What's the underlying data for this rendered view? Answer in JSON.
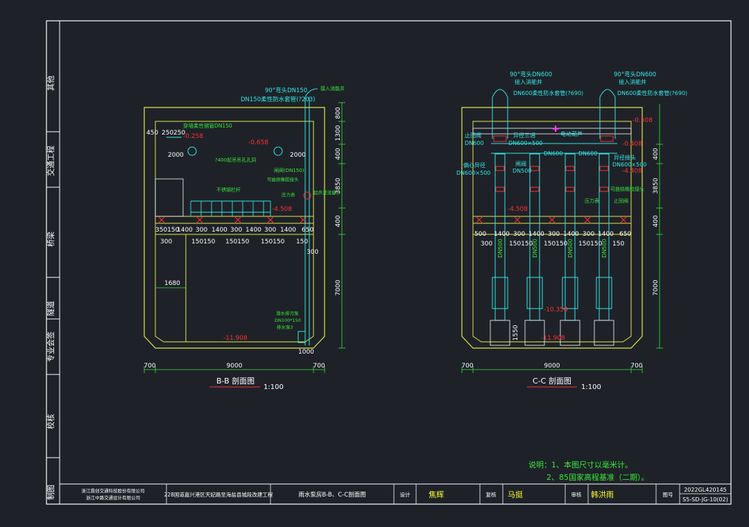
{
  "colors": {
    "background": "#1e2228",
    "frame": "#ffffff",
    "wall": "#e6e64b",
    "cyan": "#34e6e6",
    "red": "#ff3030",
    "green": "#39e639",
    "magenta": "#ff3cff",
    "white": "#ffffff",
    "yellow_text": "#ffff33"
  },
  "side_tabs": [
    "其他",
    "交通工程",
    "桥梁",
    "隧道",
    "专业会签",
    "校核",
    "制图"
  ],
  "bb": {
    "title": "B-B 剖面图",
    "scale": "1:100",
    "right_dims": [
      "800",
      "1300",
      "400",
      "3850",
      "400",
      "7000"
    ],
    "bottom_dims": [
      "700",
      "9000",
      "700"
    ],
    "top_left_dims": [
      "450",
      "250",
      "250"
    ],
    "elevations": [
      "-0.258",
      "-0.658",
      "-4.508",
      "-11.908"
    ],
    "row1": [
      "350150",
      "1400",
      "300",
      "1400",
      "300",
      "1400",
      "300",
      "1400",
      "650"
    ],
    "row2": [
      "300",
      "150150",
      "150150",
      "150150",
      "150"
    ],
    "misc_dims": [
      "2000",
      "2000",
      "1680",
      "1000",
      "300"
    ],
    "labels": {
      "elbow": "90°弯头DN150",
      "pipe": "DN150柔性防水套管(?203)",
      "to_well": "接入消能井",
      "pass_pipe": "穿墙柔性钢管DN150",
      "hoist_hole": "?400起吊吊孔孔洞",
      "valve": "闸阀(DN150)",
      "check_valve": "可曲挠橡胶接头",
      "pressure_gauge": "压力表",
      "flow_meter": "超声波流量计",
      "rail": "不锈钢栏杆",
      "sump_pump": "潜水排污泵",
      "sump_spec": "DN100*150",
      "sump_spec2": "排水泵2"
    }
  },
  "cc": {
    "title": "C-C 剖面图",
    "scale": "1:100",
    "right_dims": [
      "400",
      "3850",
      "400",
      "7000"
    ],
    "bottom_dims": [
      "700",
      "9000",
      "700"
    ],
    "elevations": [
      "-0.508",
      "-0.408",
      "-4.508",
      "-4.408",
      "-10.358",
      "-11.908"
    ],
    "side_dim": "1550",
    "row1": [
      "500",
      "1400",
      "300",
      "1400",
      "300",
      "1400",
      "300",
      "1400",
      "650"
    ],
    "row2": [
      "300",
      "150150",
      "150150",
      "150150",
      "150"
    ],
    "pump_pipe_label": "DN500",
    "labels": {
      "elbow1": "90°弯头DN600",
      "to_well1": "接入消能井",
      "pipe1": "DN600柔性防水套管(?690)",
      "elbow2": "90°弯头DN600",
      "to_well2": "接入消能井",
      "pipe2": "DN600柔性防水套管(?690)",
      "check": "止回阀",
      "check2": "DN600",
      "tee": "异径三通",
      "tee_spec": "DN600×500",
      "hoist": "电动葫芦",
      "dn600a": "DN600",
      "dn600b": "DN600",
      "reducer": "偏心异径",
      "reducer_spec": "DN600×500",
      "gate": "闸阀",
      "gate_spec": "DN500",
      "rev_reducer": "异径接头",
      "rev_reducer_spec": "DN600×500",
      "flex": "可曲挠橡胶接头",
      "gauge": "压力表",
      "stop": "止回阀"
    }
  },
  "notes": {
    "line1": "说明：1、本图尺寸以毫米计。",
    "line2": "2、85国家高程基准（二期）。"
  },
  "title_block": {
    "company1": "浙江鼎创交通科技股份有限公司",
    "company2": "浙江中路交通设计有限公司",
    "project": "228国道嘉兴港区天妃路至海盐县城段改建工程",
    "drawing_name": "雨水泵房B-B、C-C剖面图",
    "design_label": "设计",
    "designer": "焦辉",
    "check_label": "复核",
    "checker": "马挺",
    "review_label": "审核",
    "reviewer": "韩洪雨",
    "drawing_no_label": "图号",
    "number1": "2022GL420145",
    "number2": "S5-SD-JG-10(02)"
  }
}
